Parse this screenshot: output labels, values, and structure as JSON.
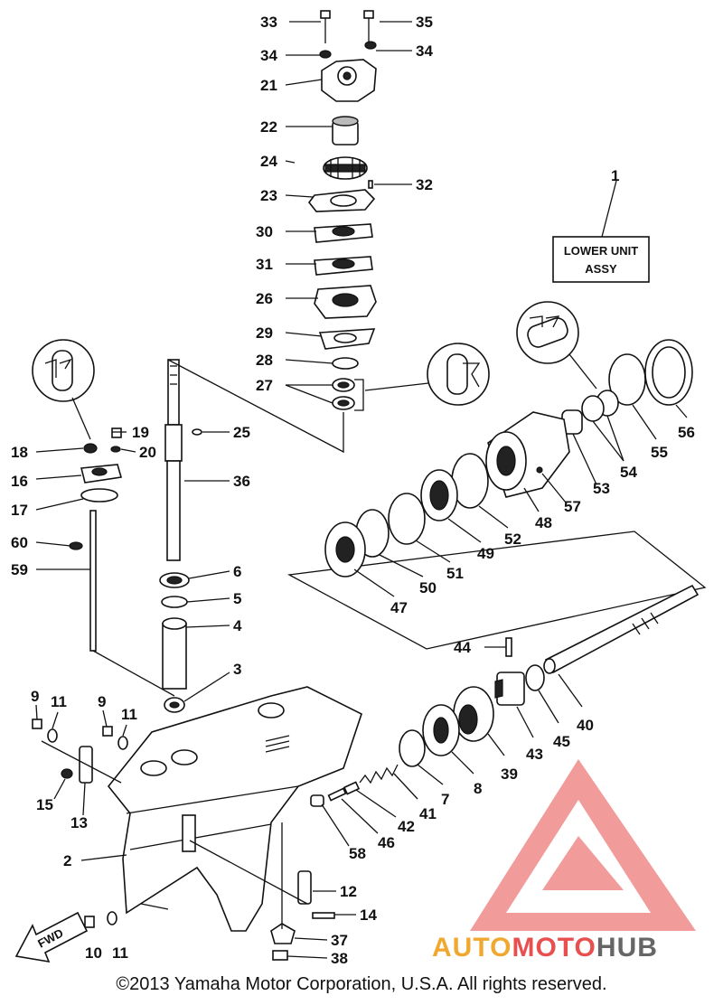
{
  "title_box": {
    "line1": "LOWER UNIT",
    "line2": "ASSY"
  },
  "copyright": "©2013 Yamaha Motor Corporation, U.S.A. All rights reserved.",
  "watermark": {
    "part1": "AUTO",
    "part2": "MOTO",
    "part3": "HUB",
    "color_auto": "#f0a830",
    "color_moto": "#e85050",
    "color_hub": "#666666"
  },
  "fwd_label": "FWD",
  "part_labels": [
    "1",
    "2",
    "3",
    "4",
    "5",
    "6",
    "7",
    "8",
    "9",
    "9",
    "10",
    "11",
    "11",
    "11",
    "12",
    "13",
    "14",
    "15",
    "16",
    "17",
    "18",
    "19",
    "20",
    "21",
    "22",
    "23",
    "24",
    "25",
    "26",
    "27",
    "28",
    "29",
    "30",
    "31",
    "32",
    "33",
    "34",
    "34",
    "35",
    "36",
    "37",
    "38",
    "39",
    "40",
    "41",
    "42",
    "43",
    "44",
    "45",
    "46",
    "47",
    "48",
    "49",
    "50",
    "51",
    "52",
    "53",
    "54",
    "54",
    "55",
    "56",
    "57",
    "58",
    "59",
    "60"
  ]
}
